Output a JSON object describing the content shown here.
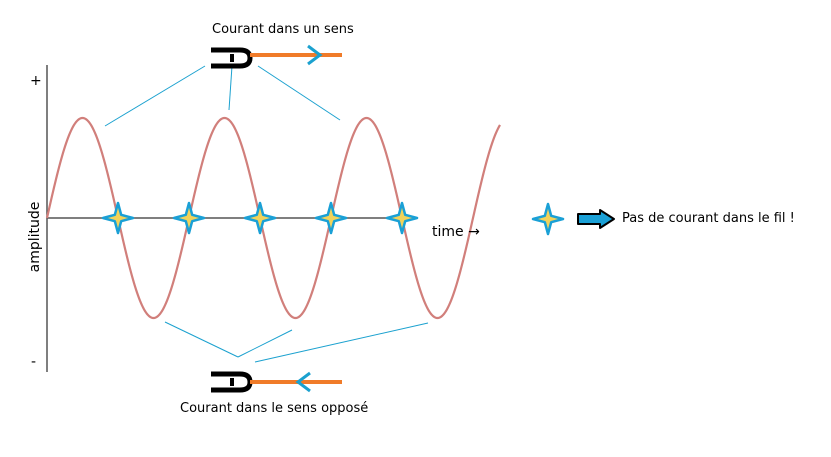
{
  "labels": {
    "top_caption": "Courant dans un sens",
    "bottom_caption": "Courant dans le sens opposé",
    "y_axis": "amplitude",
    "x_axis": "time →",
    "plus_sign": "+",
    "minus_sign": "-",
    "legend_text": "Pas de courant dans le fil !"
  },
  "colors": {
    "wave": "#d17f7b",
    "axis": "#555555",
    "guide_lines": "#1ba1cf",
    "wire": "#f07b29",
    "arrow": "#1ba1cf",
    "plug": "#000000",
    "star_fill": "#f2d35a",
    "star_stroke": "#1aa0d6"
  },
  "icons": {
    "plug_top": "plug-icon",
    "plug_bottom": "plug-icon",
    "zero_marker": "sparkle-star-icon",
    "legend_arrow": "outlined-right-arrow-icon"
  }
}
